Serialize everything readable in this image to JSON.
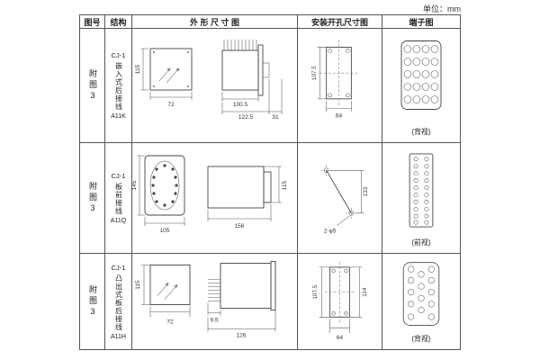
{
  "page": {
    "unit_label": "单位：mm"
  },
  "table": {
    "headers": {
      "fig_no": "图号",
      "structure": "结构",
      "outline": "外 形 尺 寸 图",
      "mounting": "安装开孔尺寸图",
      "terminal": "端子图"
    }
  },
  "rows": [
    {
      "fig_no": "附图3",
      "model": "CJ-1",
      "structure": "嵌入式后接线",
      "code": "A11K",
      "outline": {
        "h": "115",
        "w": "72",
        "d1": "100.5",
        "d2": "122.5",
        "flange": "31"
      },
      "mounting": {
        "h": "107.5",
        "w": "64"
      },
      "terminal": {
        "view": "(背视)"
      }
    },
    {
      "fig_no": "附图3",
      "model": "CJ-1",
      "structure": "板前接线",
      "code": "A11Q",
      "outline": {
        "h": "145",
        "w": "105",
        "d1": "156",
        "h2": "115"
      },
      "mounting": {
        "holes": "2-φ5",
        "dist": "133"
      },
      "terminal": {
        "view": "(前视)"
      }
    },
    {
      "fig_no": "附图3",
      "model": "CJ-1",
      "structure": "凸出式板后接线",
      "code": "A11H",
      "outline": {
        "h": "115",
        "w": "72",
        "d1": "9.5",
        "d2": "126"
      },
      "mounting": {
        "h": "107.5",
        "h2": "114",
        "w": "64"
      },
      "terminal": {
        "view": "(背视)"
      }
    }
  ]
}
